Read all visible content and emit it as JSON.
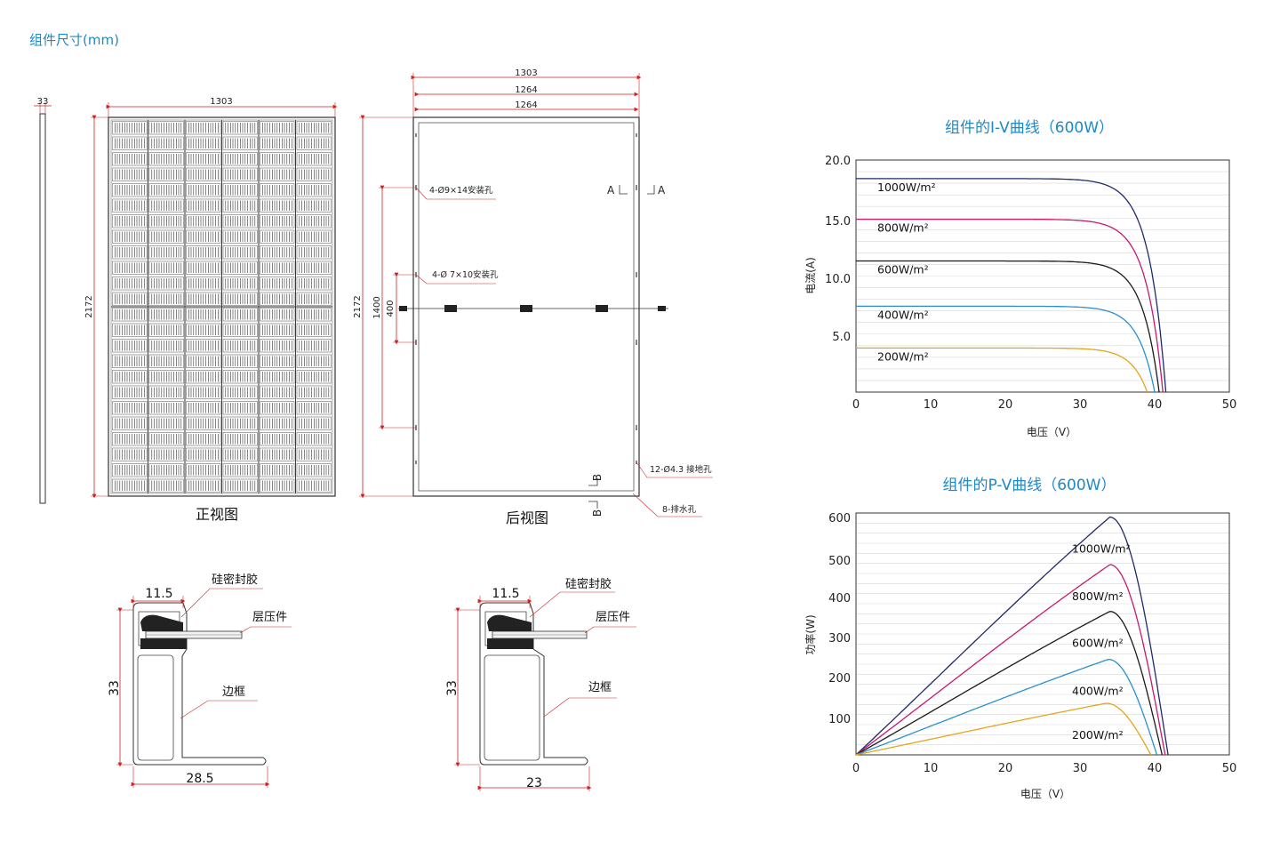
{
  "page": {
    "title": "组件尺寸(mm)"
  },
  "drawings": {
    "side": {
      "thickness": "33"
    },
    "front": {
      "width": "1303",
      "height": "2172",
      "label": "正视图"
    },
    "back": {
      "width_outer": "1303",
      "width_mid": "1264",
      "width_inner": "1264",
      "height": "2172",
      "hole_span": "1400",
      "hole_offset": "400",
      "mount_holes": "4-Ø9×14安装孔",
      "mount_holes_small": "4-Ø 7×10安装孔",
      "ground_holes": "12-Ø4.3  接地孔",
      "drain_holes": "8-排水孔",
      "section_a": "A",
      "section_b": "B",
      "label": "后视图"
    },
    "section_left": {
      "top_width": "11.5",
      "height": "33",
      "base_width": "28.5",
      "sealant": "硅密封胶",
      "laminate": "层压件",
      "frame": "边框"
    },
    "section_right": {
      "top_width": "11.5",
      "height": "33",
      "base_width": "23",
      "sealant": "硅密封胶",
      "laminate": "层压件",
      "frame": "边框"
    }
  },
  "chart_data": [
    {
      "type": "line",
      "title": "组件的I-V曲线（600W）",
      "xlabel": "电压（V）",
      "ylabel": "电流(A)",
      "xlim": [
        0,
        50
      ],
      "ylim": [
        0,
        20
      ],
      "x_ticks": [
        "0",
        "10",
        "20",
        "30",
        "40",
        "50"
      ],
      "y_ticks": [
        "5.0",
        "10.0",
        "15.0",
        "20.0"
      ],
      "grid": true,
      "series": [
        {
          "name": "1000W/m²",
          "color": "#1f2a6b",
          "isc": 18.4,
          "voc": 41.5
        },
        {
          "name": "800W/m²",
          "color": "#c8186e",
          "isc": 14.9,
          "voc": 41.1
        },
        {
          "name": "600W/m²",
          "color": "#1a1a1a",
          "isc": 11.3,
          "voc": 40.6
        },
        {
          "name": "400W/m²",
          "color": "#2a8fd0",
          "isc": 7.4,
          "voc": 40.0
        },
        {
          "name": "200W/m²",
          "color": "#e8a21a",
          "isc": 3.8,
          "voc": 39.0
        }
      ]
    },
    {
      "type": "line",
      "title": "组件的P-V曲线（600W）",
      "xlabel": "电压（V）",
      "ylabel": "功率(W)",
      "xlim": [
        0,
        50
      ],
      "ylim": [
        0,
        600
      ],
      "x_ticks": [
        "0",
        "10",
        "20",
        "30",
        "40",
        "50"
      ],
      "y_ticks": [
        "100",
        "200",
        "300",
        "400",
        "500",
        "600"
      ],
      "grid": true,
      "series": [
        {
          "name": "1000W/m²",
          "color": "#1f2a6b",
          "pmax": 590,
          "vmp": 34.0,
          "voc": 41.8
        },
        {
          "name": "800W/m²",
          "color": "#c8186e",
          "pmax": 472,
          "vmp": 34.0,
          "voc": 41.4
        },
        {
          "name": "600W/m²",
          "color": "#1a1a1a",
          "pmax": 356,
          "vmp": 34.0,
          "voc": 41.0
        },
        {
          "name": "400W/m²",
          "color": "#2a8fd0",
          "pmax": 237,
          "vmp": 33.8,
          "voc": 40.3
        },
        {
          "name": "200W/m²",
          "color": "#e8a21a",
          "pmax": 128,
          "vmp": 33.5,
          "voc": 39.5
        }
      ]
    }
  ]
}
